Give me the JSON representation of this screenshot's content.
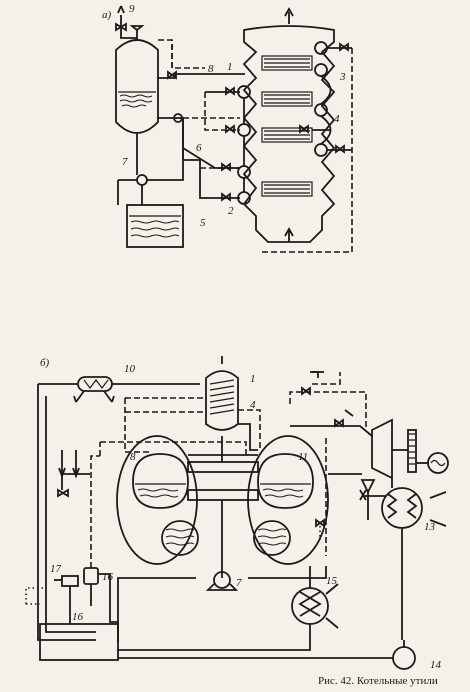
{
  "caption": "Рис. 42. Котельные утили",
  "diagram_a": {
    "label": "а)",
    "numbers": [
      "1",
      "2",
      "3",
      "4",
      "5",
      "6",
      "7",
      "8",
      "9"
    ]
  },
  "diagram_b": {
    "label": "б)",
    "numbers": [
      "1",
      "4",
      "7",
      "8",
      "10",
      "11",
      "12",
      "13",
      "14",
      "15",
      "16",
      "17"
    ]
  }
}
